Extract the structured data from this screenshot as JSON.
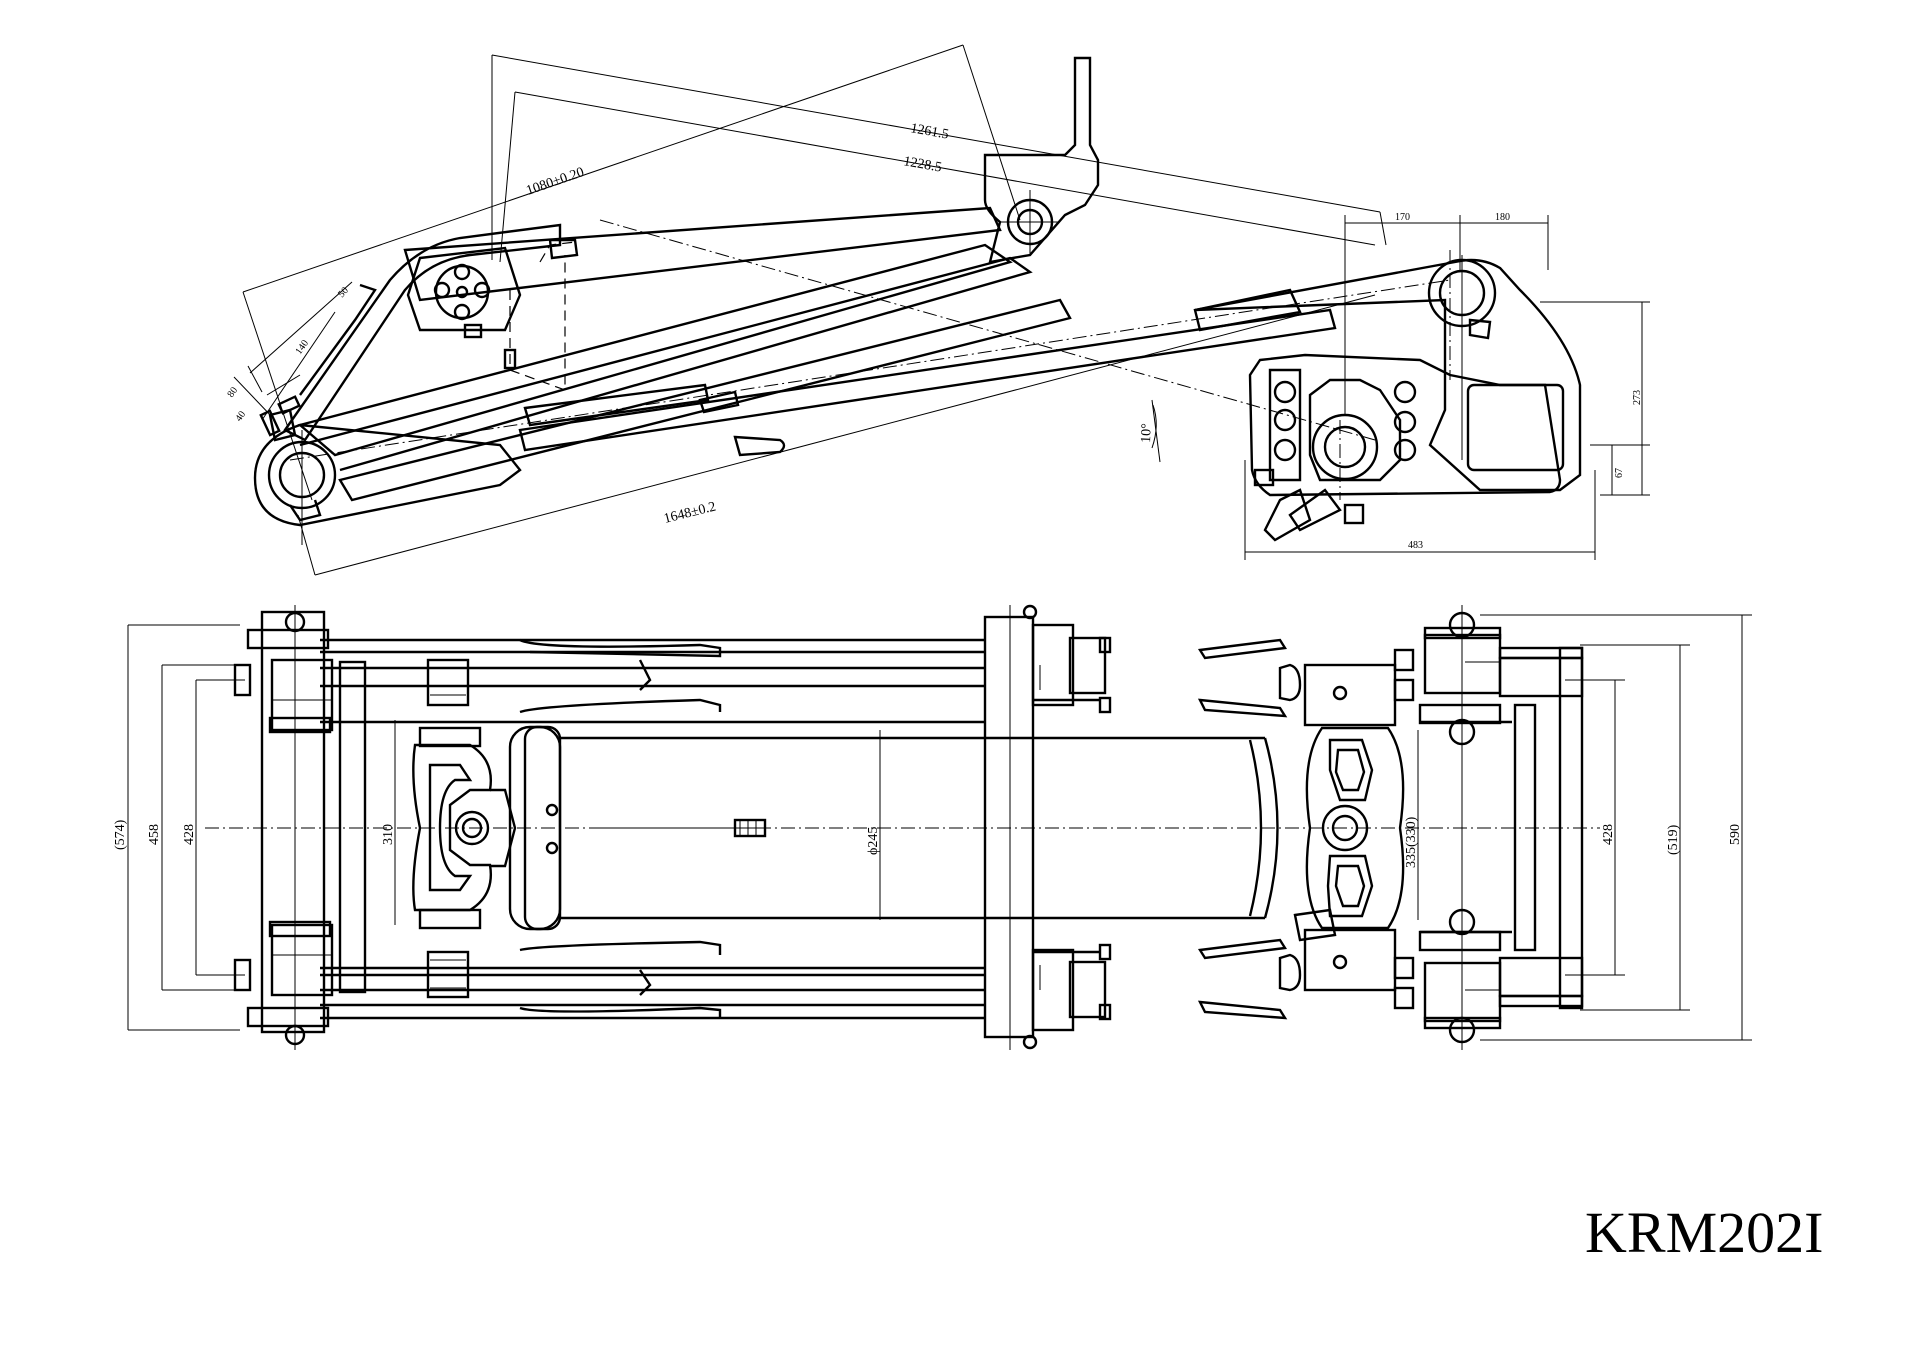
{
  "drawing": {
    "part_number": "KRM202I",
    "side_view": {
      "dimensions": {
        "d1261": "1261.5",
        "d1228": "1228.5",
        "d1080": "1080±0.20",
        "d1648": "1648±0.2",
        "d50": "50",
        "d140": "140",
        "d80": "80",
        "d40": "40",
        "angle": "10°",
        "d170": "170",
        "d180": "180",
        "d273": "273",
        "d67": "67",
        "d483": "483"
      }
    },
    "top_view": {
      "dimensions": {
        "d574": "(574)",
        "d458": "458",
        "d428_left": "428",
        "d310": "310",
        "d245": "ϕ245",
        "d335": "335(330)",
        "d428_right": "428",
        "d519": "(519)",
        "d590": "590"
      }
    }
  }
}
